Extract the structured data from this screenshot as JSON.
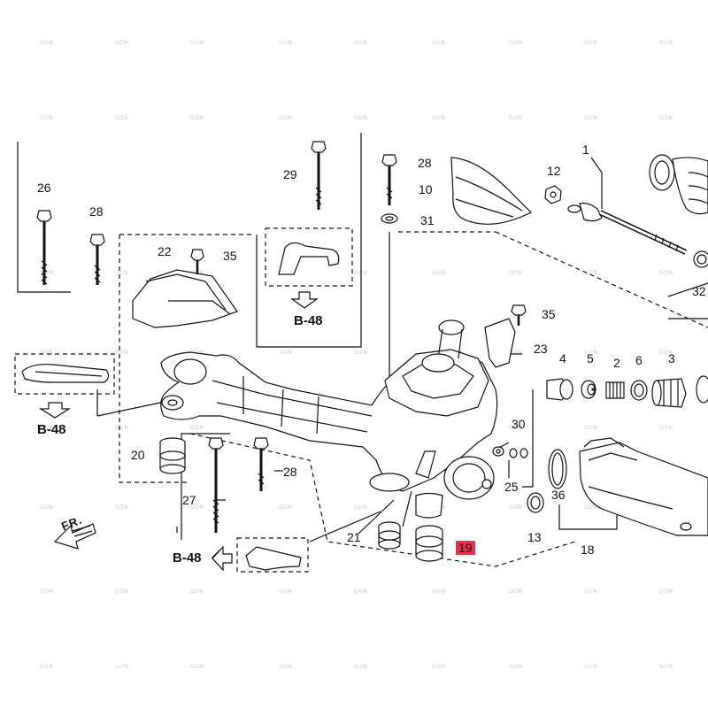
{
  "diagram": {
    "callouts": {
      "c1": "1",
      "c2": "2",
      "c3": "3",
      "c4": "4",
      "c5": "5",
      "c6": "6",
      "c10": "10",
      "c12": "12",
      "c13": "13",
      "c18": "18",
      "c19": "19",
      "c20": "20",
      "c21": "21",
      "c22": "22",
      "c23": "23",
      "c25": "25",
      "c26": "26",
      "c27": "27",
      "c28a": "28",
      "c28b": "28",
      "c28c": "28",
      "c29": "29",
      "c30": "30",
      "c31": "31",
      "c32": "32",
      "c35a": "35",
      "c35b": "35",
      "c36": "36"
    },
    "highlighted_part": "19",
    "section_refs": {
      "ref_top": "B-48",
      "ref_left": "B-48",
      "ref_bottom": "B-48"
    },
    "direction_label": "FR.",
    "watermark": "GON"
  }
}
